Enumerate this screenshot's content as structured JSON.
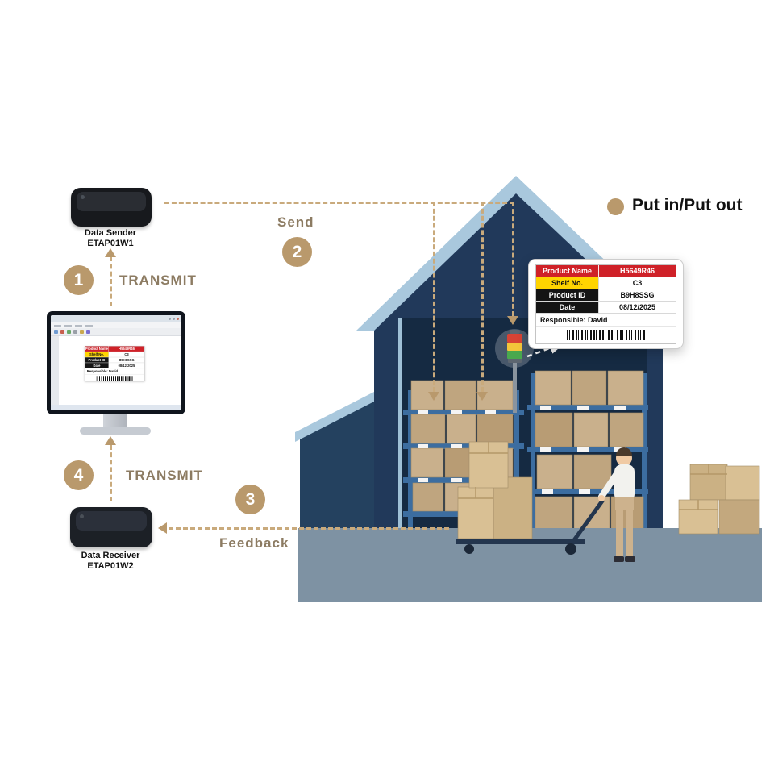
{
  "steps": {
    "s1": {
      "number": "1",
      "label": "TRANSMIT"
    },
    "s2": {
      "number": "2",
      "label": "Send"
    },
    "s3": {
      "number": "3",
      "label": "Feedback"
    },
    "s4": {
      "number": "4",
      "label": "TRANSMIT"
    }
  },
  "devices": {
    "sender": {
      "name": "Data Sender",
      "model": "ETAP01W1"
    },
    "receiver": {
      "name": "Data Receiver",
      "model": "ETAP01W2"
    }
  },
  "legend": {
    "put_in_out": "Put in/Put out"
  },
  "esl_label": {
    "rows": [
      {
        "key": "Product Name",
        "value": "H5649R46"
      },
      {
        "key": "Shelf No.",
        "value": "C3"
      },
      {
        "key": "Product ID",
        "value": "B9H8SSG"
      },
      {
        "key": "Date",
        "value": "08/12/2025"
      }
    ],
    "responsible": "Responsible: David"
  },
  "colors": {
    "accent_tan": "#b9996c",
    "dash_tan": "#c9aa7c",
    "text_tan": "#8c7b62",
    "navy_body": "#21395a",
    "navy_interior": "#152a42",
    "roof_blue": "#a9c8dd",
    "ground_gray": "#7e92a3",
    "shelf_blue": "#3c6da0",
    "box_tan": "#c9b08c",
    "label_red": "#cf2128",
    "label_yellow": "#ffd400"
  }
}
